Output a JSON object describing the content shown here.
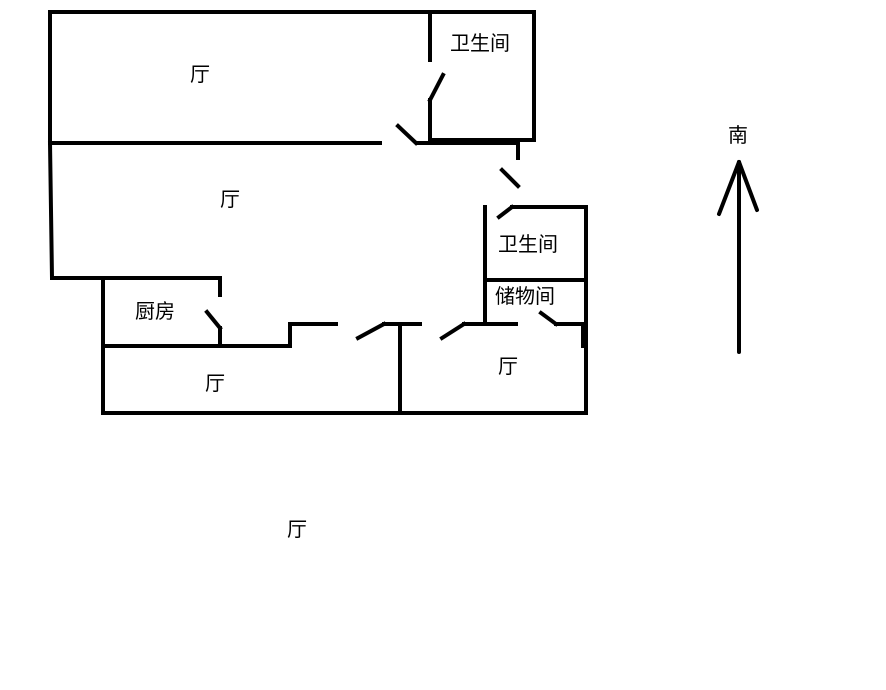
{
  "floorplan": {
    "ink_color": "#000000",
    "background_color": "#ffffff",
    "rooms": {
      "top_hall": "厅",
      "top_bathroom": "卫生间",
      "middle_hall": "厅",
      "right_bathroom": "卫生间",
      "storage_room": "储物间",
      "kitchen": "厨房",
      "bottom_left_hall": "厅",
      "bottom_right_hall": "厅",
      "outside_hall": "厅"
    },
    "compass": {
      "label": "南",
      "direction": "up"
    }
  }
}
